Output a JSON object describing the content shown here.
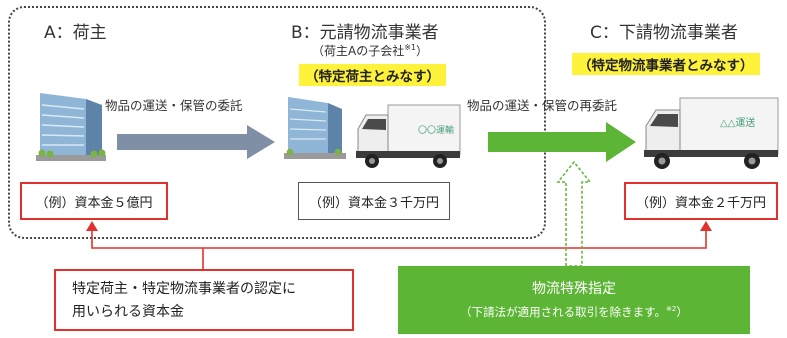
{
  "party_a": {
    "title": "A：荷主",
    "capital": "（例）資本金５億円"
  },
  "party_b": {
    "title": "B：元請物流事業者",
    "subtitle": "（荷主Aの子会社",
    "subtitle_mark": "※1",
    "subtitle_end": "）",
    "designation": "（特定荷主とみなす）",
    "capital": "（例）資本金３千万円",
    "truck_logo": "〇〇運輸"
  },
  "party_c": {
    "title": "C：下請物流事業者",
    "designation": "（特定物流事業者とみなす）",
    "capital": "（例）資本金２千万円",
    "truck_logo": "△△運送"
  },
  "flow_ab": "物品の運送・保管の委託",
  "flow_bc": "物品の運送・保管の再委託",
  "note_capital": {
    "line1": "特定荷主・特定物流事業者の認定に",
    "line2": "用いられる資本金"
  },
  "note_special": {
    "line1": "物流特殊指定",
    "line2": "（下請法が適用される取引を除きます。",
    "line2_mark": "※2",
    "line2_end": "）"
  },
  "colors": {
    "red": "#e0312f",
    "green": "#5cb534",
    "yellow": "#fff23a",
    "gray_arrow": "#7f8fa6"
  }
}
